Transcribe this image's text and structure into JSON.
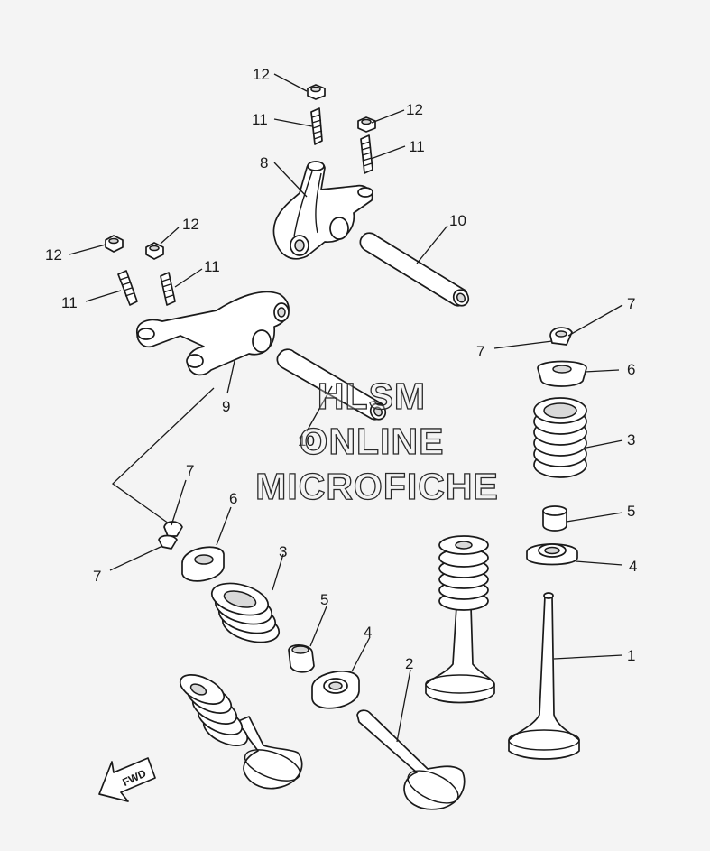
{
  "diagram": {
    "callouts": {
      "c1": "1",
      "c2": "2",
      "c3a": "3",
      "c3b": "3",
      "c4a": "4",
      "c4b": "4",
      "c5a": "5",
      "c5b": "5",
      "c6a": "6",
      "c6b": "6",
      "c7a": "7",
      "c7b": "7",
      "c7c": "7",
      "c7d": "7",
      "c8": "8",
      "c9": "9",
      "c10a": "10",
      "c10b": "10",
      "c11a": "11",
      "c11b": "11",
      "c11c": "11",
      "c11d": "11",
      "c12a": "12",
      "c12b": "12",
      "c12c": "12",
      "c12d": "12"
    },
    "watermark": {
      "line1": "HLSM",
      "line2": "ONLINE",
      "line3": "MICROFICHE"
    },
    "fwd_arrow": {
      "label": "FWD"
    }
  }
}
